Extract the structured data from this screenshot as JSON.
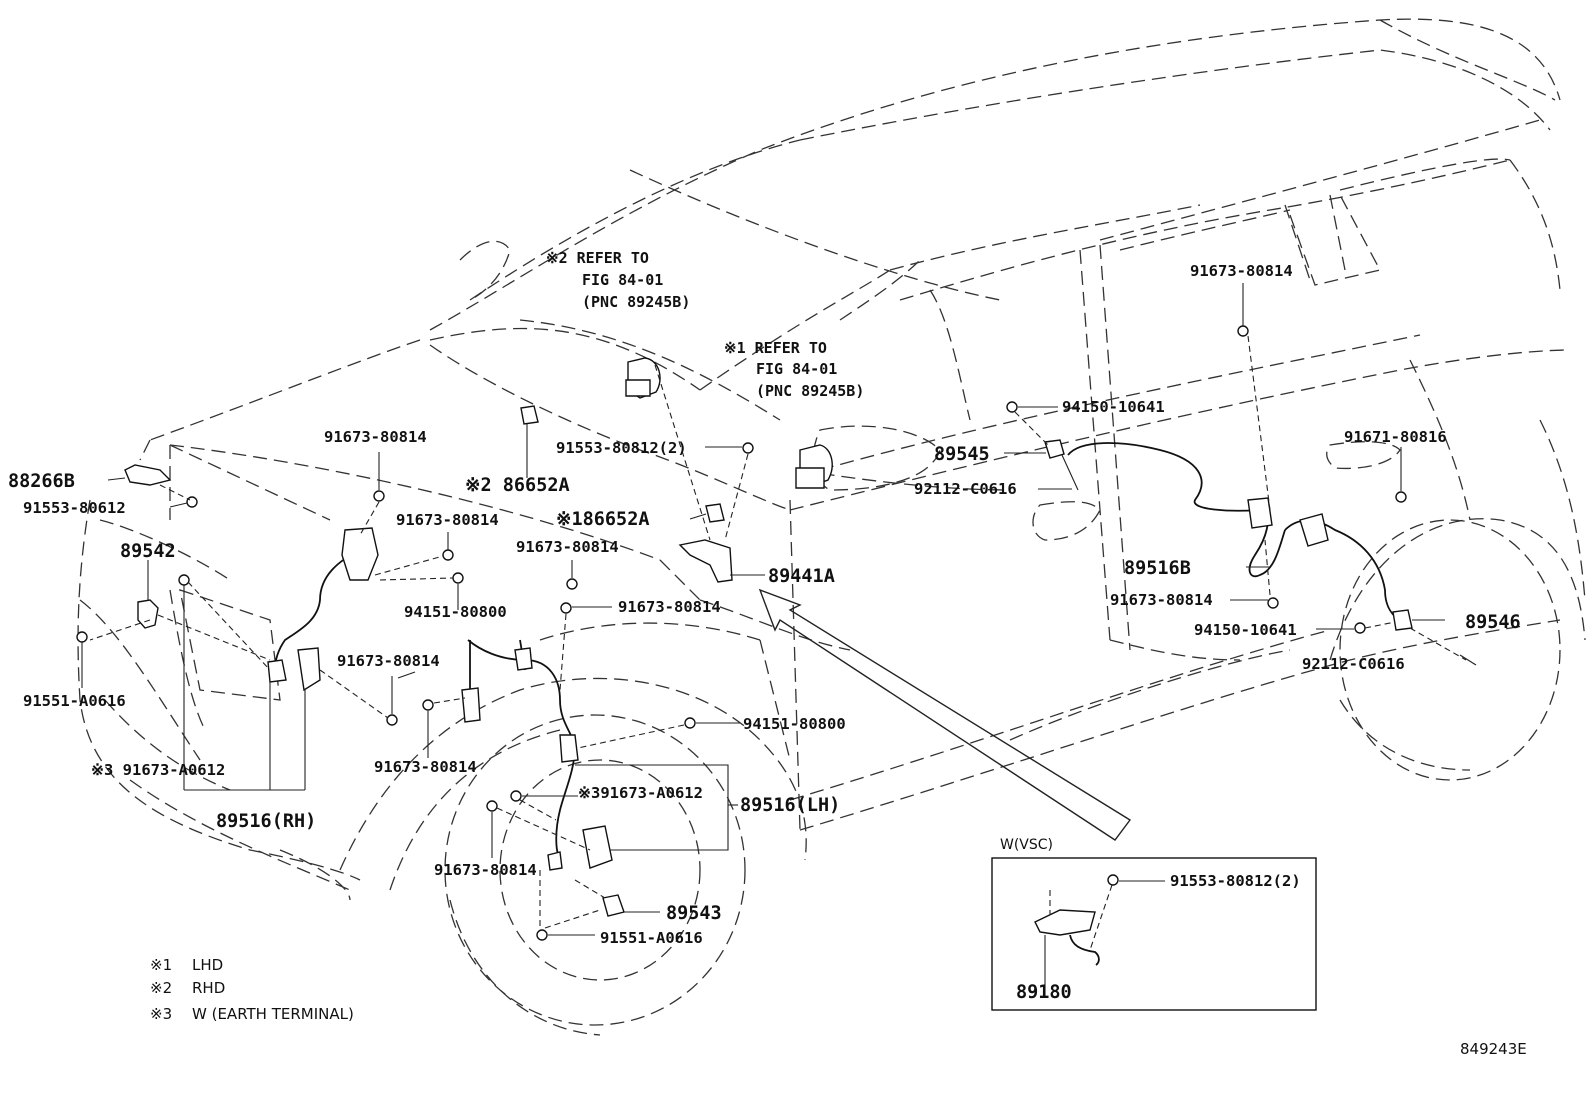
{
  "labels": {
    "refer_rhd": [
      "※2 REFER TO",
      "FIG 84-01",
      "(PNC 89245B)"
    ],
    "refer_lhd": [
      "※1 REFER TO",
      "FIG 84-01",
      "(PNC 89245B)"
    ],
    "p_88266B": "88266B",
    "p_91553_80612": "91553-80612",
    "p_89542": "89542",
    "p_91551_A0616_left": "91551-A0616",
    "p_91673_A0612_rh": "※3 91673-A0612",
    "p_89516_RH": "89516(RH)",
    "p_91673_80814_a": "91673-80814",
    "p_91673_80814_b": "91673-80814",
    "p_94151_80800_a": "94151-80800",
    "p_91673_80814_c": "91673-80814",
    "p_91673_80814_d": "91673-80814",
    "p_91673_80814_e": "91673-80814",
    "p_91673_80814_f": "91673-80814",
    "p_86652A_rhd": "※2 86652A",
    "p_86652A_lhd": "※186652A",
    "p_91553_80812": "91553-80812(2)",
    "p_89441A": "89441A",
    "p_94151_80800_b": "94151-80800",
    "p_91673_A0612_lh": "※391673-A0612",
    "p_89516_LH": "89516(LH)",
    "p_91673_80814_g": "91673-80814",
    "p_89543": "89543",
    "p_91551_A0616_bottom": "91551-A0616",
    "p_91673_80814_top_right": "91673-80814",
    "p_94150_10641_a": "94150-10641",
    "p_89545": "89545",
    "p_92112_C0616_a": "92112-C0616",
    "p_91671_80816": "91671-80816",
    "p_89516B": "89516B",
    "p_91673_80814_h": "91673-80814",
    "p_94150_10641_b": "94150-10641",
    "p_89546": "89546",
    "p_92112_C0616_b": "92112-C0616",
    "vsc_title": "W(VSC)",
    "p_91553_80812_vsc": "91553-80812(2)",
    "p_89180": "89180",
    "figure_id": "849243E"
  },
  "legend": [
    {
      "mark": "※1",
      "text": "LHD"
    },
    {
      "mark": "※2",
      "text": "RHD"
    },
    {
      "mark": "※3",
      "text": "W (EARTH TERMINAL)"
    }
  ]
}
